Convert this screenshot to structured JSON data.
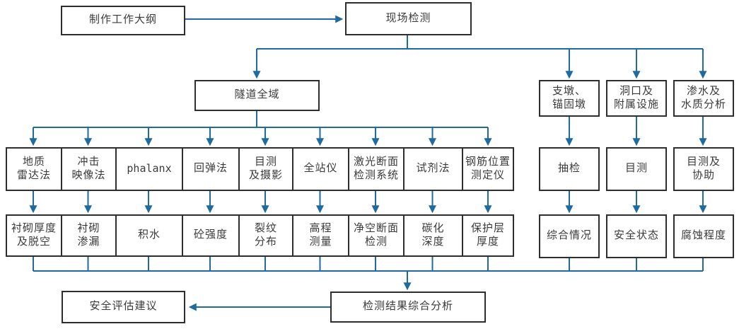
{
  "colors": {
    "connector_blue": "#1f6a9e",
    "box_border": "#2e2e2e",
    "text": "#3a3a3a",
    "background": "#ffffff"
  },
  "flow": {
    "outline": "制作工作大纲",
    "site_inspection": "现场检测",
    "tunnel_area": "隧道全域",
    "analysis": "检测结果综合分析",
    "suggestion": "安全评估建议"
  },
  "method_columns": [
    {
      "method": "地质\n雷达法",
      "result": "衬砌厚度\n及脱空"
    },
    {
      "method": "冲击\n映像法",
      "result": "衬砌\n渗漏"
    },
    {
      "method": "phalanx",
      "result": "积水"
    },
    {
      "method": "回弹法",
      "result": "砼强度"
    },
    {
      "method": "目测\n及摄影",
      "result": "裂纹\n分布"
    },
    {
      "method": "全站仪",
      "result": "高程\n测量"
    },
    {
      "method": "激光断面\n检测系统",
      "result": "净空断面\n检测"
    },
    {
      "method": "试剂法",
      "result": "碳化\n深度"
    },
    {
      "method": "钢筋位置\n测定仪",
      "result": "保护层\n厚度"
    }
  ],
  "right_columns": [
    {
      "target": "支墩、\n锚固墩",
      "method": "抽检",
      "result": "综合情况"
    },
    {
      "target": "洞口及\n附属设施",
      "method": "目测",
      "result": "安全状态"
    },
    {
      "target": "渗水及\n水质分析",
      "method": "目测及\n协助",
      "result": "腐蚀程度"
    }
  ]
}
